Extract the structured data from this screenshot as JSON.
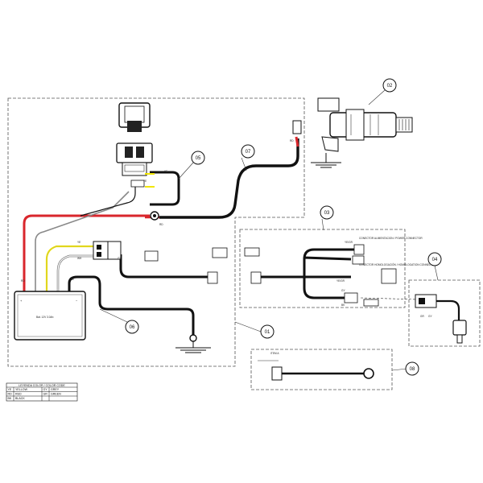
{
  "callouts": [
    "01",
    "02",
    "03",
    "04",
    "05",
    "06",
    "07",
    "08"
  ],
  "battery": {
    "label": "Bat. 12V 3.0Ah",
    "plus": "+",
    "minus": "−"
  },
  "connector_labels": {
    "power": "CONECTOR ALIMENTACION / POWER CONNECTOR",
    "homolog": "CONECTOR HOMOLOGACIÓN / HOMOLOGATION CONNECTOR",
    "item08": "ITEM A"
  },
  "wire_tags": {
    "rd": "RD",
    "bk": "BK",
    "ye": "YE",
    "wh": "WH",
    "gy": "GY",
    "ye_gr": "YE/GR",
    "gr": "GR",
    "lgy": "GY"
  },
  "legend": {
    "header": "LEYENDA COLOR / COLOR CODE",
    "rows": [
      [
        "YE",
        "YELLOW",
        "GY",
        "GREY"
      ],
      [
        "RD",
        "RED",
        "GR",
        "GREEN"
      ],
      [
        "BK",
        "BLACK",
        "",
        ""
      ]
    ]
  },
  "colors": {
    "red": "#d9262c",
    "black": "#111111",
    "yellow": "#f2e600",
    "grey": "#777777"
  }
}
